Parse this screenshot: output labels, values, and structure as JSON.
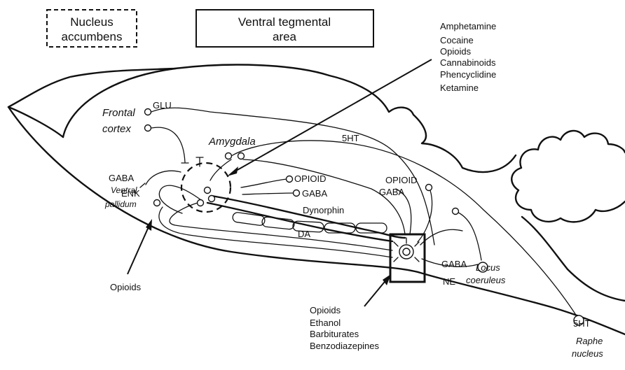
{
  "boxes": {
    "nucleus_accumbens": [
      "Nucleus",
      "accumbens"
    ],
    "vta": [
      "Ventral tegmental",
      "area"
    ]
  },
  "drugs_top": [
    "Amphetamine",
    "Cocaine",
    "Opioids",
    "Cannabinoids",
    "Phencyclidine",
    "Ketamine"
  ],
  "drugs_bottom": [
    "Opioids",
    "Ethanol",
    "Barbiturates",
    "Benzodiazepines"
  ],
  "drugs_left": "Opioids",
  "regions": {
    "frontal_cortex": [
      "Frontal",
      "cortex"
    ],
    "amygdala": "Amygdala",
    "ventral_pallidum": [
      "Ventral",
      "pallidum"
    ],
    "locus_coeruleus": [
      "Locus",
      "coeruleus"
    ],
    "raphe_nucleus": [
      "Raphe",
      "nucleus"
    ]
  },
  "transmitters": {
    "glu": "GLU",
    "gaba_left": "GABA",
    "enk": "ENK",
    "ht5_top": "5HT",
    "opioid_mid": "OPIOID",
    "gaba_mid": "GABA",
    "opioid_right": "OPIOID",
    "gaba_right": "GABA",
    "dynorphin": "Dynorphin",
    "da": "DA",
    "gaba_lc": "GABA",
    "ne": "NE",
    "ht5_raphe": "5HT"
  }
}
